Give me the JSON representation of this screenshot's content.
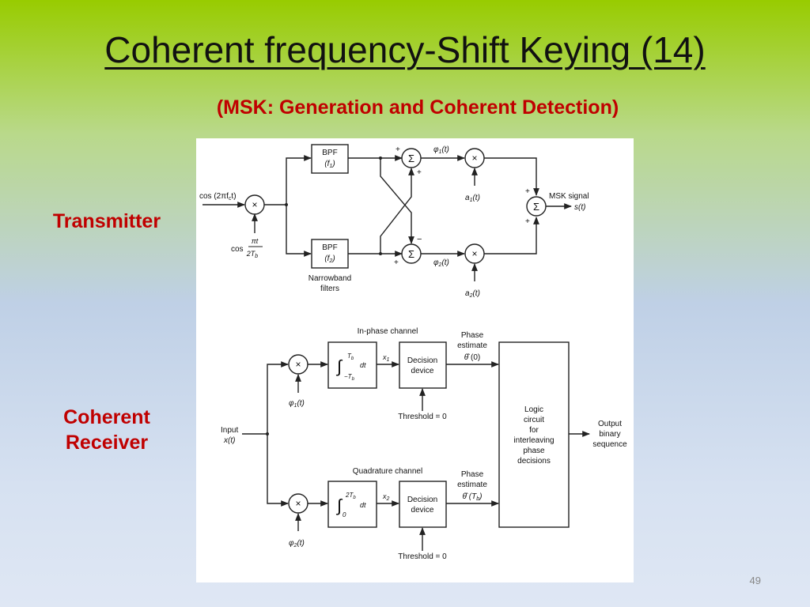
{
  "slide": {
    "title": "Coherent frequency-Shift Keying (14)",
    "subtitle": "(MSK: Generation and Coherent Detection)",
    "transmitter_label": "Transmitter",
    "receiver_label_1": "Coherent",
    "receiver_label_2": "Receiver",
    "page_number": "49"
  },
  "transmitter": {
    "carrier": "cos (2πf",
    "carrier_sub": "c",
    "carrier_tail": "t)",
    "cos_label": "cos",
    "frac_num": "πt",
    "frac_den": "2T",
    "frac_den_sub": "b",
    "bpf1": "BPF",
    "bpf1_f": "(f",
    "bpf1_sub": "1",
    "bpf1_close": ")",
    "bpf2": "BPF",
    "bpf2_f": "(f",
    "bpf2_sub": "2",
    "bpf2_close": ")",
    "sigma": "Σ",
    "times": "×",
    "plus": "+",
    "minus": "−",
    "phi1": "φ",
    "phi1_sub": "1",
    "phi1_t": "(t)",
    "phi2": "φ",
    "phi2_sub": "2",
    "phi2_t": "(t)",
    "a1": "a",
    "a1_sub": "1",
    "a1_t": "(t)",
    "a2": "a",
    "a2_sub": "2",
    "a2_t": "(t)",
    "narrowband_1": "Narrowband",
    "narrowband_2": "filters",
    "msk_signal": "MSK signal",
    "s_t": "s(t)"
  },
  "receiver": {
    "inphase_channel": "In-phase channel",
    "quadrature_channel": "Quadrature channel",
    "input": "Input",
    "x_t": "x(t)",
    "integral": "∫",
    "int1_upper": "T",
    "int1_upper_sub": "b",
    "int1_lower": "−T",
    "int1_lower_sub": "b",
    "dt": "dt",
    "int2_upper": "2T",
    "int2_upper_sub": "b",
    "int2_lower": "0",
    "x1": "x",
    "x1_sub": "1",
    "x2": "x",
    "x2_sub": "2",
    "decision_1": "Decision",
    "decision_2": "device",
    "threshold": "Threshold = 0",
    "phase_1": "Phase",
    "phase_2": "estimate",
    "theta": "θ̂",
    "theta1_arg": "(0)",
    "theta2_arg": "(T",
    "theta2_sub": "b",
    "theta2_close": ")",
    "logic_1": "Logic",
    "logic_2": "circuit",
    "logic_3": "for",
    "logic_4": "interleaving",
    "logic_5": "phase",
    "logic_6": "decisions",
    "output_1": "Output",
    "output_2": "binary",
    "output_3": "sequence",
    "phi1": "φ",
    "phi1_sub": "1",
    "phi1_t": "(t)",
    "phi2": "φ",
    "phi2_sub": "2",
    "phi2_t": "(t)",
    "times": "×"
  }
}
